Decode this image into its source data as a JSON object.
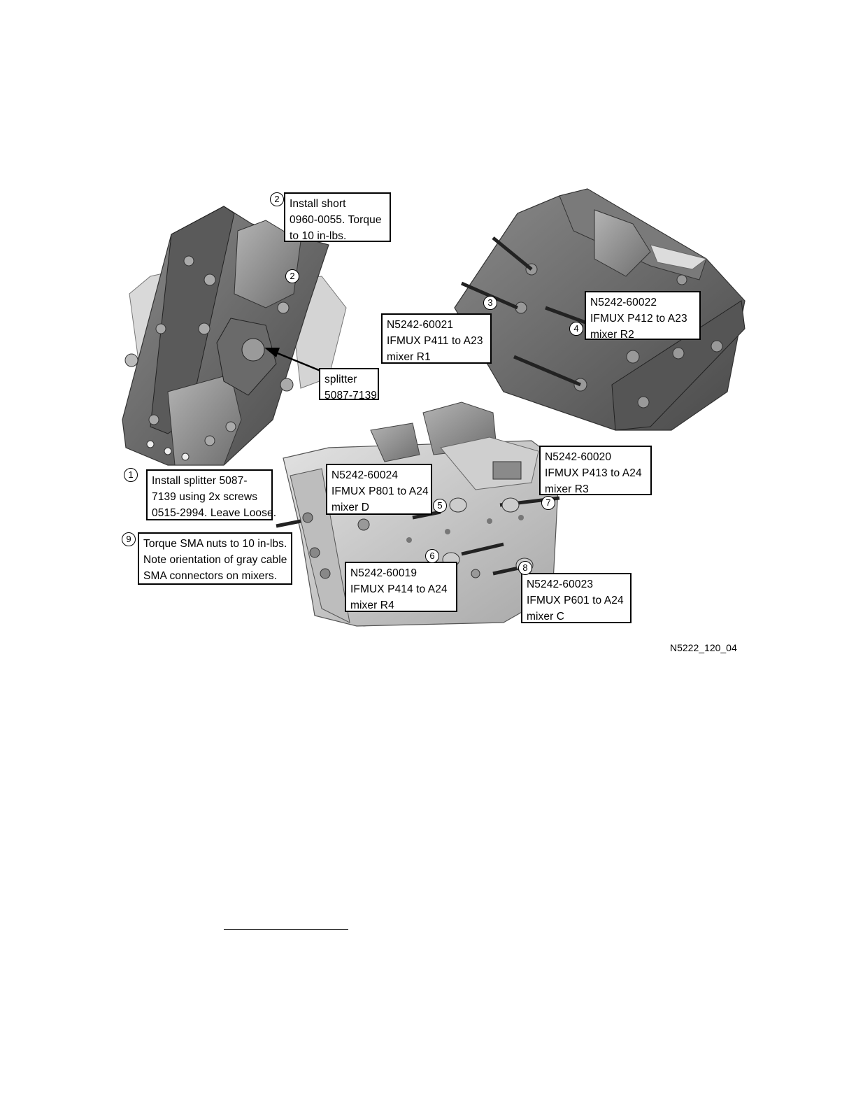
{
  "figure": {
    "id": "N5222_120_04",
    "callouts": {
      "short": [
        "Install short",
        "0960-0055. Torque",
        "to 10 in-lbs."
      ],
      "splitter": [
        "splitter",
        "5087-7139"
      ],
      "r1": [
        "N5242-60021",
        "IFMUX P411 to A23",
        "mixer R1"
      ],
      "r2": [
        "N5242-60022",
        "IFMUX P412 to A23",
        "mixer R2"
      ],
      "r3": [
        "N5242-60020",
        "IFMUX P413 to A24",
        "mixer R3"
      ],
      "d": [
        "N5242-60024",
        "IFMUX P801 to A24",
        "mixer D"
      ],
      "r4": [
        "N5242-60019",
        "IFMUX P414 to A24",
        "mixer R4"
      ],
      "c": [
        "N5242-60023",
        "IFMUX P601 to A24",
        "mixer C"
      ],
      "install_splitter": [
        "Install splitter 5087-",
        "7139 using 2x screws",
        "0515-2994. Leave Loose."
      ],
      "torque_sma": [
        "Torque SMA nuts to 10 in-lbs.",
        "Note orientation of gray cable",
        "SMA connectors on mixers."
      ]
    },
    "step_markers": {
      "s1": "1",
      "s2_label": "2",
      "s2_part": "2",
      "s3": "3",
      "s4": "4",
      "s5": "5",
      "s6": "6",
      "s7": "7",
      "s8": "8",
      "s9": "9"
    }
  }
}
